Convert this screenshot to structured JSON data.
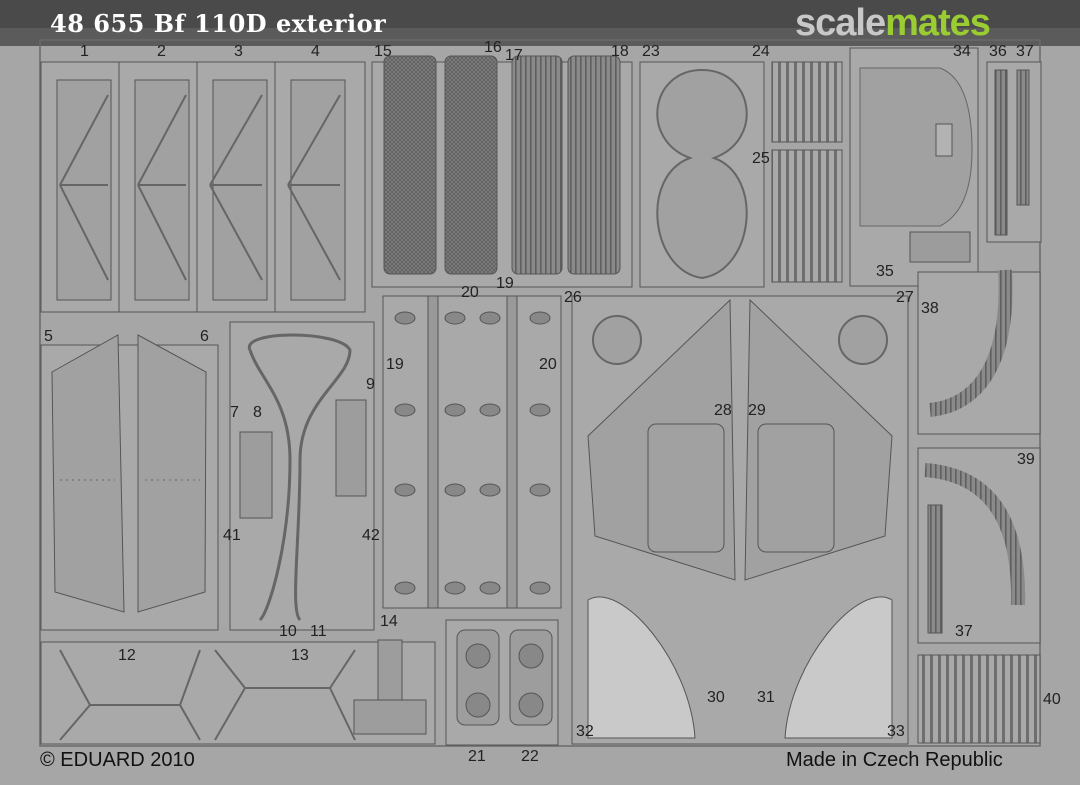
{
  "header": {
    "title": "48 655   Bf 110D exterior",
    "logo_part1": "scale",
    "logo_part2": "mates"
  },
  "footer": {
    "copyright": "© EDUARD 2010",
    "origin": "Made in Czech Republic"
  },
  "part_numbers": [
    "1",
    "2",
    "3",
    "4",
    "5",
    "6",
    "7",
    "8",
    "9",
    "10",
    "11",
    "12",
    "13",
    "14",
    "15",
    "16",
    "17",
    "18",
    "19",
    "19",
    "20",
    "20",
    "21",
    "22",
    "23",
    "24",
    "25",
    "26",
    "27",
    "28",
    "29",
    "30",
    "31",
    "32",
    "33",
    "34",
    "36",
    "37",
    "35",
    "37",
    "38",
    "39",
    "40",
    "41",
    "42"
  ],
  "colors": {
    "fret": "#a6a6a6",
    "part": "#a9a9a9",
    "etch_line": "#555555",
    "header": "#4a4a4a",
    "logo_green": "#9acd32"
  }
}
